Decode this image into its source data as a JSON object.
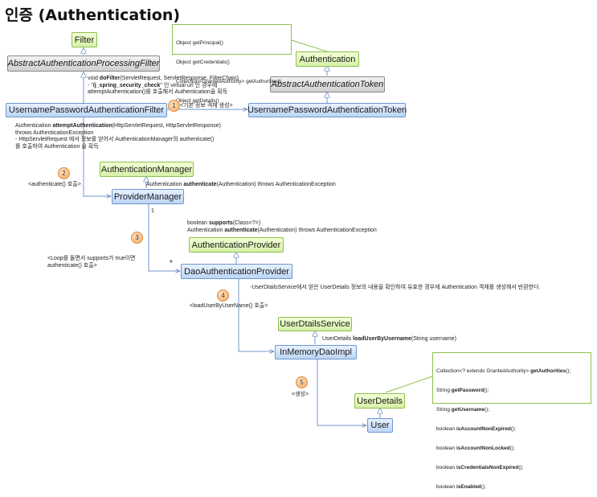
{
  "title": "인증 (Authentication)",
  "boxes": {
    "filter": "Filter",
    "abstract_processing_filter": "AbstractAuthenticationProcessingFilter",
    "username_password_filter": "UsernamePasswordAuthenticationFilter",
    "username_password_token": "UsernamePasswordAuthenticationToken",
    "abstract_token": "AbstractAuthenticationToken",
    "authentication": "Authentication",
    "authentication_manager": "AuthenticationManager",
    "provider_manager": "ProviderManager",
    "authentication_provider": "AuthenticationProvider",
    "dao_provider": "DaoAuthenticationProvider",
    "user_details_service": "UserDtailsService",
    "in_memory_dao": "InMemoryDaoImpl",
    "user_details": "UserDetails",
    "user": "User"
  },
  "notes": {
    "authentication_methods": [
      "Object getPrincipal()",
      "Object getCredentials()",
      "Collection<GrantedAuthority> getAuthorities()",
      "Object getDetails()"
    ],
    "user_details_methods": [
      {
        "pre": "Collection<? extends GrantedAuthority> ",
        "b": "getAuthorities",
        "post": "();"
      },
      {
        "pre": "String ",
        "b": "getPassword",
        "post": "();"
      },
      {
        "pre": "String ",
        "b": "getUsername",
        "post": "();"
      },
      {
        "pre": "boolean ",
        "b": "isAccountNonExpired",
        "post": "();"
      },
      {
        "pre": "boolean ",
        "b": "isAccountNonLocked",
        "post": "();"
      },
      {
        "pre": "boolean ",
        "b": "isCredentialsNonExpired",
        "post": "();"
      },
      {
        "pre": "boolean ",
        "b": "isEnabled",
        "post": "();"
      }
    ]
  },
  "texts": {
    "dofilter_pre": "void ",
    "dofilter_b": "doFilter",
    "dofilter_post": "(ServletRequest, ServletResponse, FilterChain)",
    "dofilter_l2_pre": "- \"",
    "dofilter_l2_b": "/j_spring_security_check",
    "dofilter_l2_post": "\" 인 virtual url 인 경우에",
    "dofilter_l3": "attemptAuthentication()를 호출해서 Authentication을 획득",
    "attempt_pre": "Authentication ",
    "attempt_b": "attemptAuthentication",
    "attempt_post": "(HttpServletRequest, HttpServletResponse)",
    "attempt_l2": "throws AuthenticationException",
    "attempt_l3": "- HttpServletRequest 에서 정보를 얻어서 AuthenticationManager의 authenticate()",
    "attempt_l4": "를 호출하여 Authentication 을 획득",
    "step1": "<기본 정보 객체 생성>",
    "step2": "<authenticate() 호출>",
    "manager_auth_pre": "Authentication ",
    "manager_auth_b": "authenticate",
    "manager_auth_post": "(Authentication) throws AuthenticationException",
    "multiplicity_one": "1",
    "multiplicity_many": "*",
    "supports_pre": "boolean ",
    "supports_b": "supports",
    "supports_post": "(Class<?>)",
    "provider_auth_pre": "Authentication ",
    "provider_auth_b": "authenticate",
    "provider_auth_post": "(Authentication) throws AuthenticationException",
    "step3_l1": "<Loop를 돌면서 supports가 true이면",
    "step3_l2": "authenticate() 호출>",
    "dao_desc": "-UserDtailsService에서 얻은 UserDetails 정보의 내용을 확인하여 유효한 경우에 Authentication 객체를 생성해서 반환한다.",
    "step4": "<loadUserByUserName() 호출>",
    "load_pre": "UserDetails ",
    "load_b": "loadUserByUsername",
    "load_post": "(String username)",
    "step5": "<생성>"
  },
  "badges": [
    "1",
    "2",
    "3",
    "4",
    "5"
  ]
}
